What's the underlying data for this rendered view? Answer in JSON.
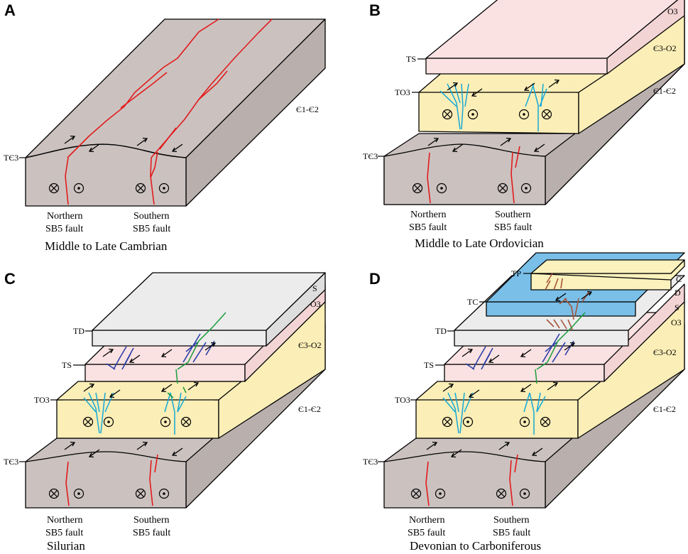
{
  "panels": [
    {
      "id": "A",
      "letter": "A",
      "caption": "Middle to Late Cambrian",
      "north_label": [
        "Northern",
        "SB5 fault"
      ],
      "south_label": [
        "Southern",
        "SB5 fault"
      ],
      "side_labels": [
        "TЄ3"
      ],
      "layer_labels": [
        "Є1-Є2"
      ]
    },
    {
      "id": "B",
      "letter": "B",
      "caption": "Middle to Late Ordovician",
      "north_label": [
        "Northern",
        "SB5 fault"
      ],
      "south_label": [
        "Southern",
        "SB5 fault"
      ],
      "side_labels": [
        "TS",
        "TO3",
        "TЄ3"
      ],
      "layer_labels": [
        "O3",
        "Є3-O2",
        "Є1-Є2"
      ]
    },
    {
      "id": "C",
      "letter": "C",
      "caption": "Silurian",
      "north_label": [
        "Northern",
        "SB5 fault"
      ],
      "south_label": [
        "Southern",
        "SB5 fault"
      ],
      "side_labels": [
        "TD",
        "TS",
        "TO3",
        "TЄ3"
      ],
      "layer_labels": [
        "S",
        "O3",
        "Є3-O2",
        "Є1-Є2"
      ]
    },
    {
      "id": "D",
      "letter": "D",
      "caption": "Devonian to Carboniferous",
      "north_label": [
        "Northern",
        "SB5 fault"
      ],
      "south_label": [
        "Southern",
        "SB5 fault"
      ],
      "side_labels": [
        "TP",
        "TC",
        "TD",
        "TS",
        "TO3",
        "TЄ3"
      ],
      "layer_labels": [
        "C",
        "D",
        "S",
        "O3",
        "Є3-O2",
        "Є1-Є2"
      ]
    }
  ],
  "colors": {
    "cambrian_lower": "#cbc2c0",
    "cambrian_upper_ordovician": "#fbeeb7",
    "upper_ordovician": "#fbe2e2",
    "silurian": "#ececec",
    "devonian": "#79bfe8",
    "carboniferous": "#fbf2bd",
    "fault_cambrian": "#e21b1b",
    "fault_ordovician": "#14a9d6",
    "fault_silurian_green": "#1a9b3c",
    "fault_silurian_navy": "#2b3fa8",
    "fault_devonian": "#a6533b"
  }
}
